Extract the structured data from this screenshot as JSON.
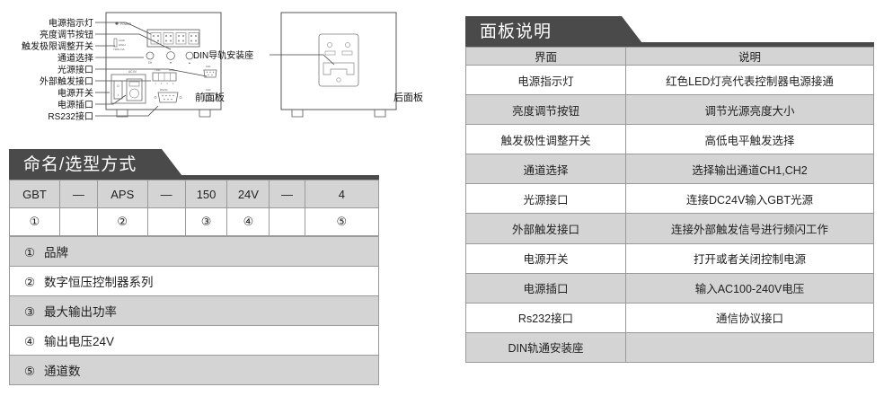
{
  "diagram": {
    "front_callouts": [
      "电源指示灯",
      "亮度调节按钮",
      "触发极限调整开关",
      "通道选择",
      "光源接口",
      "外部触发接口",
      "电源开关",
      "电源插口",
      "RS232接口"
    ],
    "rear_callout": "DIN导轨安装座",
    "front_caption": "前面板",
    "rear_caption": "后面板",
    "device_marks": {
      "power_led": "POWER",
      "trigger_low": "LOW",
      "trigger_high": "HIGH",
      "trigger_name": "TRIG LVL",
      "knob_ch": "CH",
      "knob_down": "▼",
      "knob_up": "▲",
      "ac_in": "AC IN",
      "ext_trig": "TRIG",
      "rs232": "RS232",
      "ch1": "CH1",
      "ch2": "CH2"
    }
  },
  "naming_panel": {
    "title": "命名/选型方式",
    "code_row": [
      "GBT",
      "—",
      "APS",
      "—",
      "150",
      "24V",
      "—",
      "4"
    ],
    "index_row": [
      "①",
      "",
      "②",
      "",
      "③",
      "④",
      "",
      "⑤"
    ],
    "legend": [
      {
        "num": "①",
        "text": "品牌"
      },
      {
        "num": "②",
        "text": "数字恒压控制器系列"
      },
      {
        "num": "③",
        "text": "最大输出功率"
      },
      {
        "num": "④",
        "text": "输出电压24V"
      },
      {
        "num": "⑤",
        "text": "通道数"
      }
    ]
  },
  "spec_panel": {
    "title": "面板说明",
    "columns": [
      "界面",
      "说明"
    ],
    "rows": [
      {
        "interface": "电源指示灯",
        "description": "红色LED灯亮代表控制器电源接通"
      },
      {
        "interface": "亮度调节按钮",
        "description": "调节光源亮度大小"
      },
      {
        "interface": "触发极性调整开关",
        "description": "高低电平触发选择"
      },
      {
        "interface": "通道选择",
        "description": "选择输出通道CH1,CH2"
      },
      {
        "interface": "光源接口",
        "description": "连接DC24V输入GBT光源"
      },
      {
        "interface": "外部触发接口",
        "description": "连接外部触发信号进行频闪工作"
      },
      {
        "interface": "电源开关",
        "description": "打开或者关闭控制电源"
      },
      {
        "interface": "电源插口",
        "description": "输入AC100-240V电压"
      },
      {
        "interface": "Rs232接口",
        "description": "通信协议接口"
      },
      {
        "interface": "DIN轨通安装座",
        "description": ""
      }
    ]
  },
  "colors": {
    "banner": "#4a4a4a",
    "row_gray": "#d4d4d4",
    "border": "#9a9a9a",
    "line": "#333333"
  }
}
